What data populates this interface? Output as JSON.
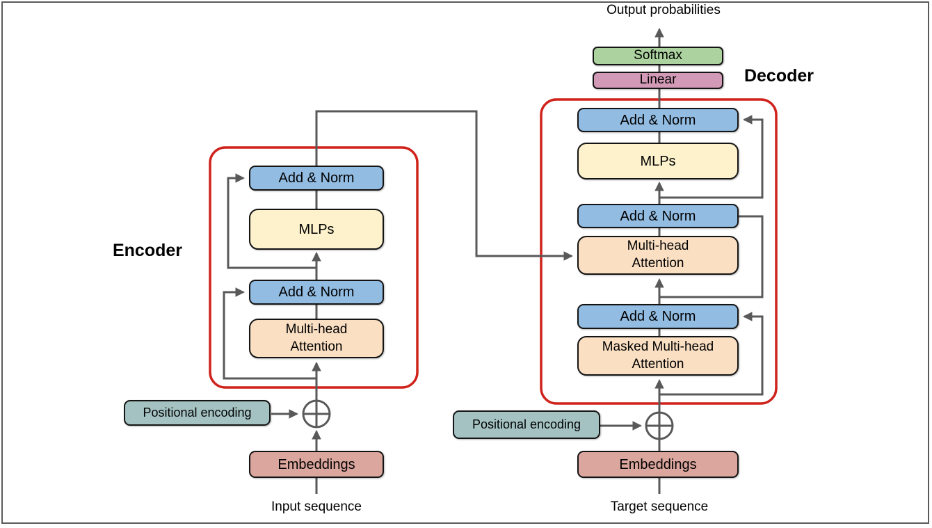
{
  "colors": {
    "line": "#595959",
    "red-outline": "#cf231c",
    "blue": "#92bce2",
    "yellow": "#fdf2cc",
    "orange": "#fadfc3",
    "green": "#abd29f",
    "mauve": "#d29ab6",
    "teal": "#a4c2c2",
    "salmon": "#dba69d"
  },
  "icons": {
    "add_circle": "⊕"
  },
  "diagram": {
    "output_label": "Output probabilities",
    "encoder": {
      "title": "Encoder",
      "add_norm_top": "Add & Norm",
      "mlps": "MLPs",
      "add_norm_bottom": "Add & Norm",
      "attention": "Multi-head\nAttention",
      "positional_encoding": "Positional encoding",
      "embeddings": "Embeddings",
      "input_label": "Input sequence"
    },
    "decoder": {
      "title": "Decoder",
      "softmax": "Softmax",
      "linear": "Linear",
      "add_norm_top": "Add & Norm",
      "mlps": "MLPs",
      "add_norm_mid": "Add & Norm",
      "cross_attention": "Multi-head\nAttention",
      "add_norm_bottom": "Add & Norm",
      "masked_attention": "Masked Multi-head\nAttention",
      "positional_encoding": "Positional encoding",
      "embeddings": "Embeddings",
      "target_label": "Target sequence"
    }
  }
}
